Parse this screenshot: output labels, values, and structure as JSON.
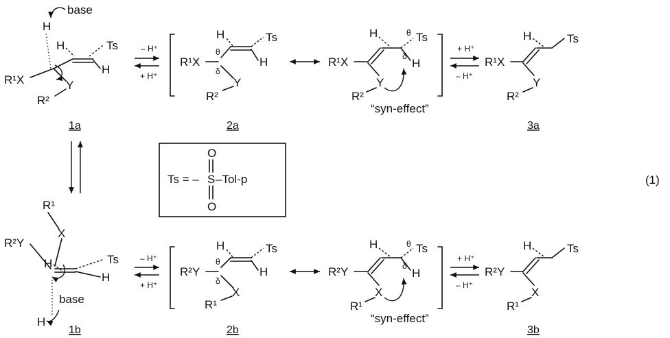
{
  "labels": {
    "base": "base",
    "H": "H",
    "Ts": "Ts",
    "R1X": "R¹X",
    "R2Y": "R²Y",
    "R2": "R²",
    "R1": "R¹",
    "X": "X",
    "Y": "Y",
    "minus_H": "– H⁺",
    "plus_H": "+ H⁺",
    "syn_effect": "“syn-effect”",
    "minus_sign": "θ",
    "lone_pair": "δ",
    "eq_number": "(1)"
  },
  "compounds": {
    "c1a": "1a",
    "c2a": "2a",
    "c3a": "3a",
    "c1b": "1b",
    "c2b": "2b",
    "c3b": "3b"
  },
  "ts_box": {
    "lhs": "Ts = –",
    "S": "S",
    "rhs": "–Tol-p",
    "O": "O"
  }
}
